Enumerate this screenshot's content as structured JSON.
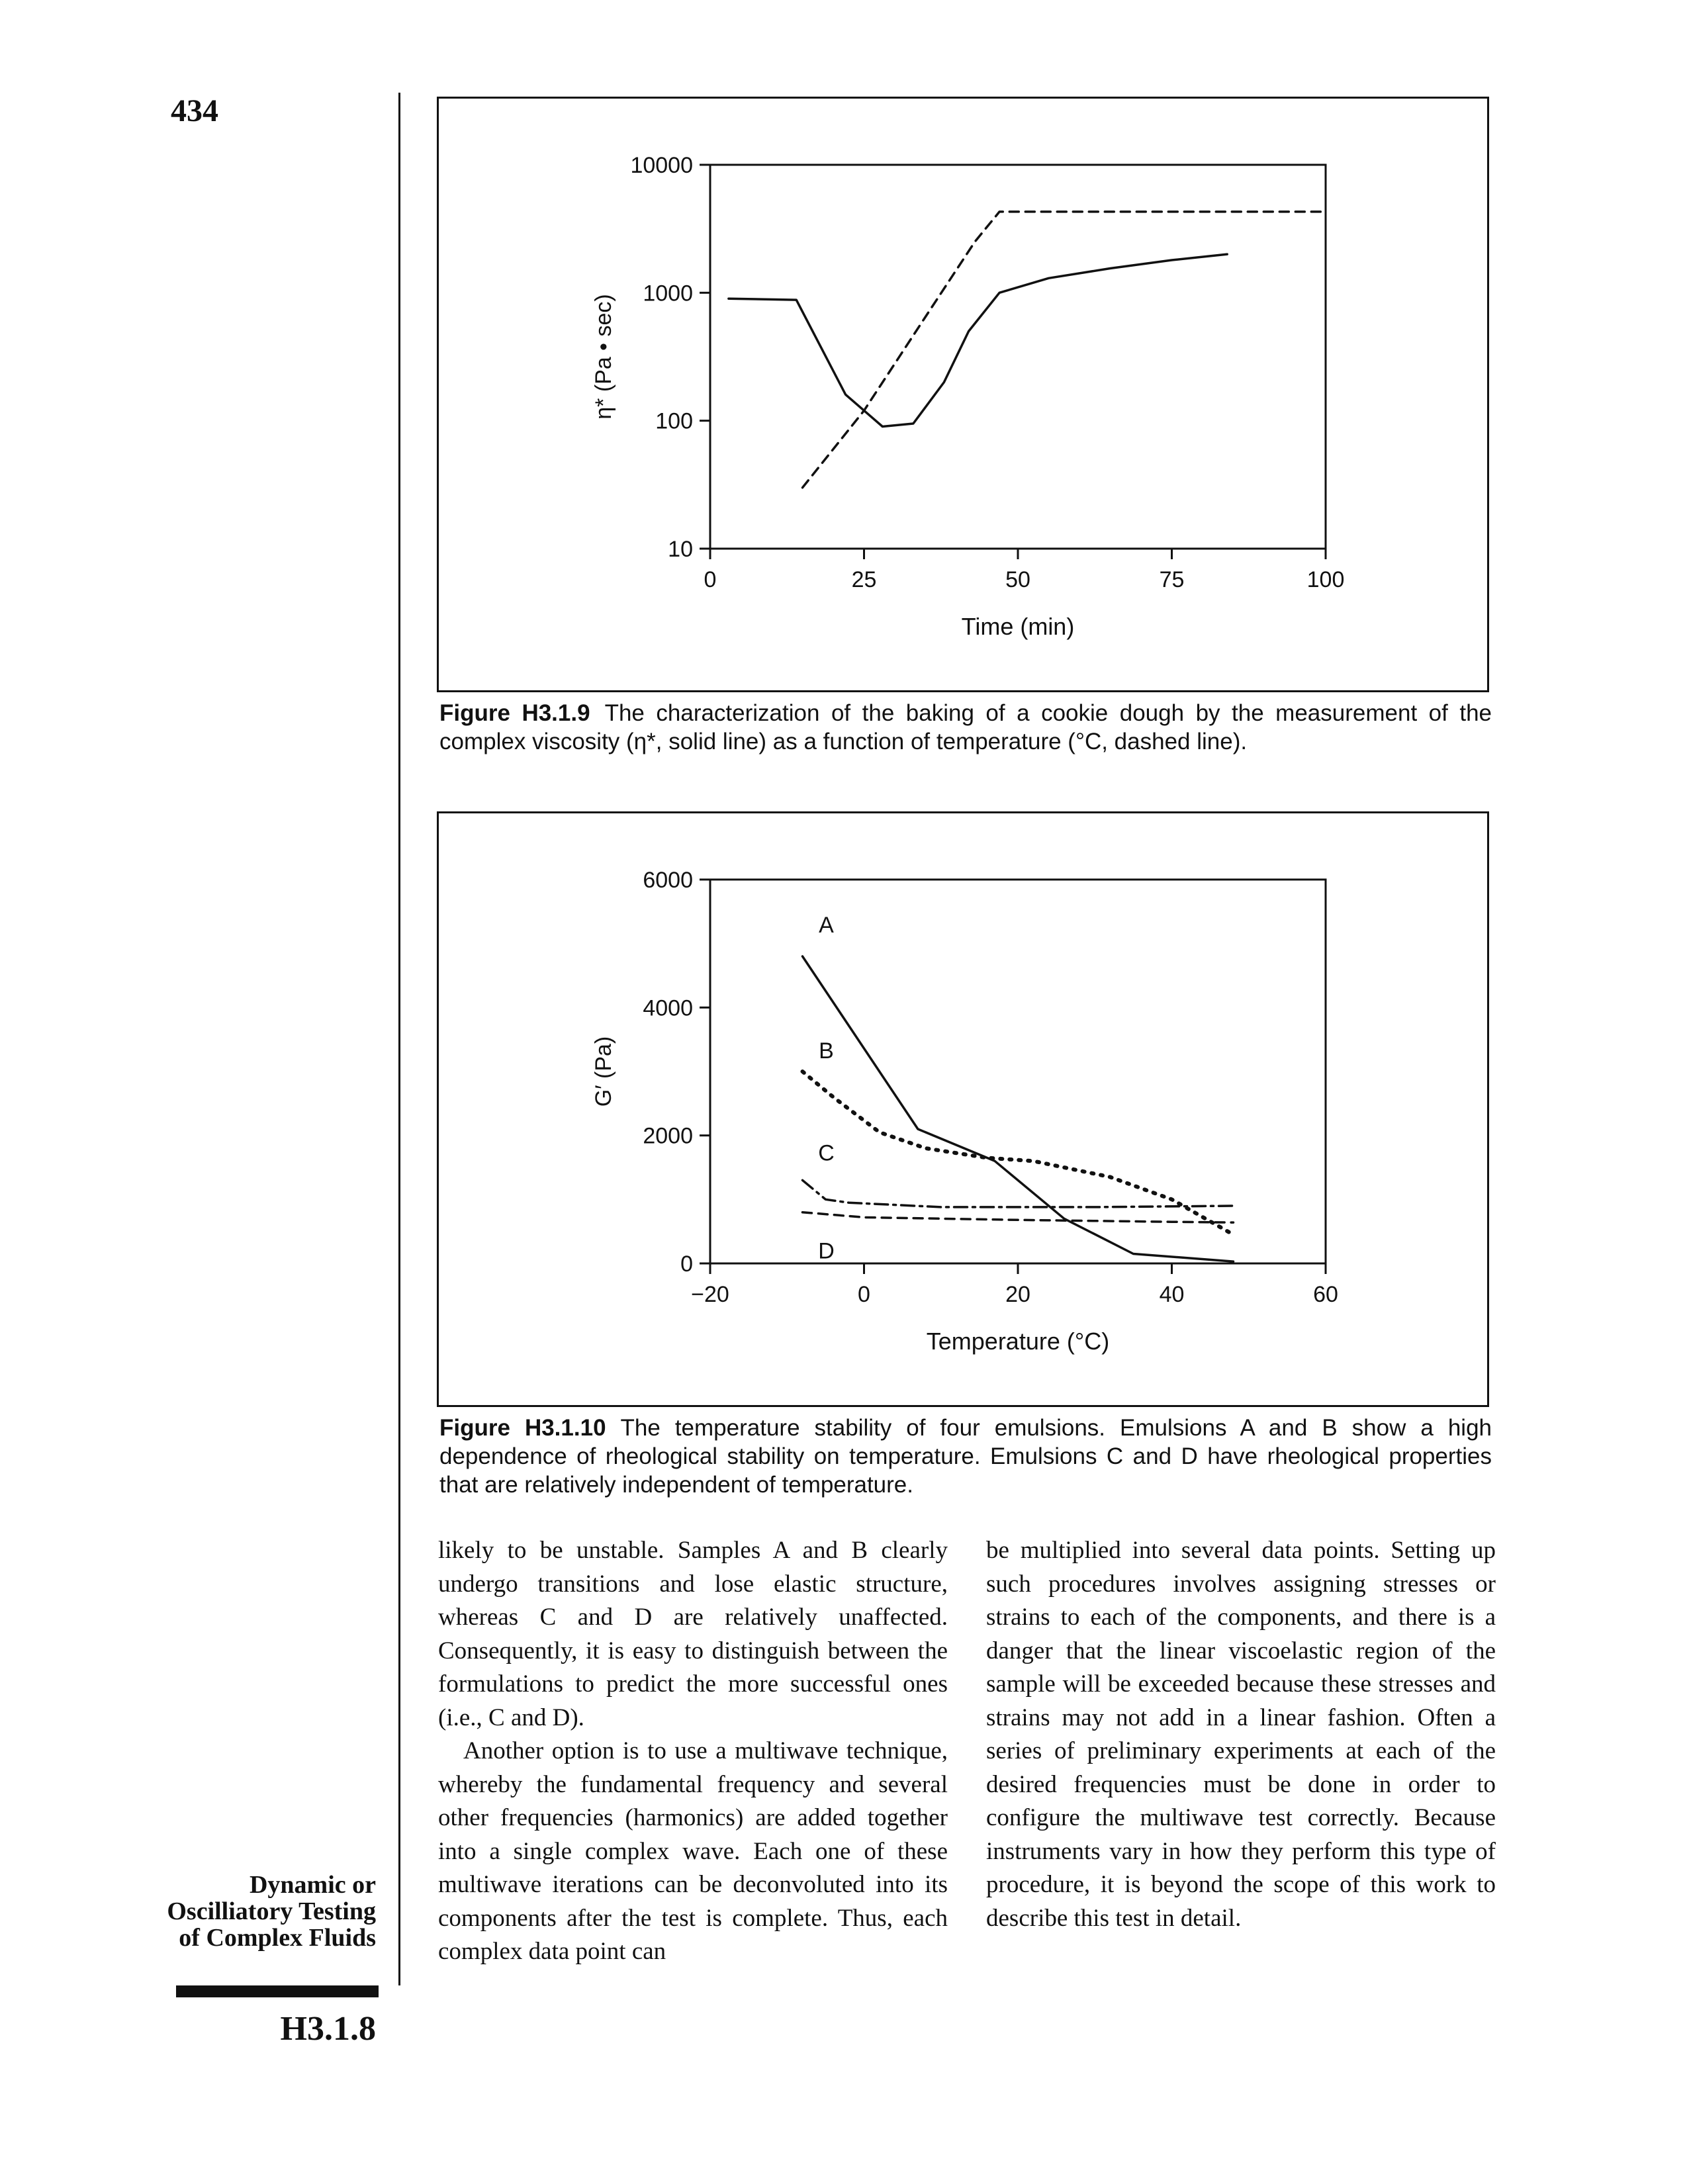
{
  "page": {
    "number": "434",
    "side_title": "Dynamic or Oscilliatory Testing of Complex Fluids",
    "side_unit": "H3.1.8"
  },
  "figure1": {
    "label": "Figure H3.1.9",
    "caption": "The characterization of the baking of a cookie dough by the measurement of the complex viscosity (η*, solid line) as a function of temperature (°C, dashed line).",
    "ylabel": "η* (Pa • sec)",
    "xlabel": "Time (min)",
    "y_ticks": [
      "10",
      "100",
      "1000",
      "10000"
    ],
    "x_ticks": [
      "0",
      "25",
      "50",
      "75",
      "100"
    ]
  },
  "figure2": {
    "label": "Figure H3.1.10",
    "caption": "The temperature stability of four emulsions. Emulsions A and B show a high dependence of rheological stability on temperature. Emulsions C and D have rheological properties that are relatively independent of temperature.",
    "ylabel": "G′ (Pa)",
    "xlabel": "Temperature (°C)",
    "y_ticks": [
      "0",
      "2000",
      "4000",
      "6000"
    ],
    "x_ticks": [
      "−20",
      "0",
      "20",
      "40",
      "60"
    ],
    "series_labels": [
      "A",
      "B",
      "C",
      "D"
    ]
  },
  "chart_data": [
    {
      "type": "line",
      "xlabel": "Time (min)",
      "ylabel": "η* (Pa • sec)",
      "xlim": [
        0,
        100
      ],
      "ylim": [
        10,
        10000
      ],
      "y_scale": "log",
      "grid": false,
      "series": [
        {
          "style": "solid",
          "x": [
            3,
            14,
            22,
            28,
            33,
            38,
            42,
            47,
            55,
            65,
            75,
            84
          ],
          "y": [
            900,
            880,
            160,
            90,
            95,
            200,
            500,
            1000,
            1300,
            1550,
            1800,
            2000
          ]
        },
        {
          "style": "dashed",
          "x": [
            15,
            25,
            35,
            43,
            47,
            60,
            80,
            100
          ],
          "y": [
            30,
            120,
            650,
            2500,
            4300,
            4300,
            4300,
            4300
          ]
        }
      ]
    },
    {
      "type": "line",
      "xlabel": "Temperature (°C)",
      "ylabel": "G′ (Pa)",
      "xlim": [
        -20,
        60
      ],
      "ylim": [
        0,
        6000
      ],
      "grid": false,
      "series": [
        {
          "name": "A",
          "style": "solid",
          "x": [
            -8,
            7,
            17,
            26,
            35,
            48
          ],
          "y": [
            4800,
            2100,
            1600,
            700,
            150,
            30
          ]
        },
        {
          "name": "B",
          "style": "dotted",
          "x": [
            -8,
            -4,
            2,
            8,
            16,
            22,
            32,
            40,
            48
          ],
          "y": [
            3000,
            2600,
            2050,
            1800,
            1650,
            1600,
            1350,
            1000,
            450
          ]
        },
        {
          "name": "C",
          "style": "dash-dot",
          "x": [
            -8,
            -5,
            -2,
            10,
            30,
            48
          ],
          "y": [
            1300,
            1000,
            950,
            880,
            880,
            900
          ]
        },
        {
          "name": "D",
          "style": "dashed",
          "x": [
            -8,
            0,
            20,
            40,
            48
          ],
          "y": [
            800,
            720,
            680,
            650,
            640
          ]
        }
      ]
    }
  ],
  "body": {
    "left_col_p1": "likely to be unstable. Samples A and B clearly undergo transitions and lose elastic structure, whereas C and D are relatively unaffected. Consequently, it is easy to distinguish between the formulations to predict the more successful ones (i.e., C and D).",
    "left_col_p2": "Another option is to use a multiwave technique, whereby the fundamental frequency and several other frequencies (harmonics) are added together into a single complex wave. Each one of these multiwave iterations can be deconvoluted into its components after the test is complete. Thus, each complex data point can",
    "right_col_p1": "be multiplied into several data points. Setting up such procedures involves assigning stresses or strains to each of the components, and there is a danger that the linear viscoelastic region of the sample will be exceeded because these stresses and strains may not add in a linear fashion. Often a series of preliminary experiments at each of the desired frequencies must be done in order to configure the multiwave test correctly. Because instruments vary in how they perform this type of procedure, it is beyond the scope of this work to describe this test in detail."
  }
}
